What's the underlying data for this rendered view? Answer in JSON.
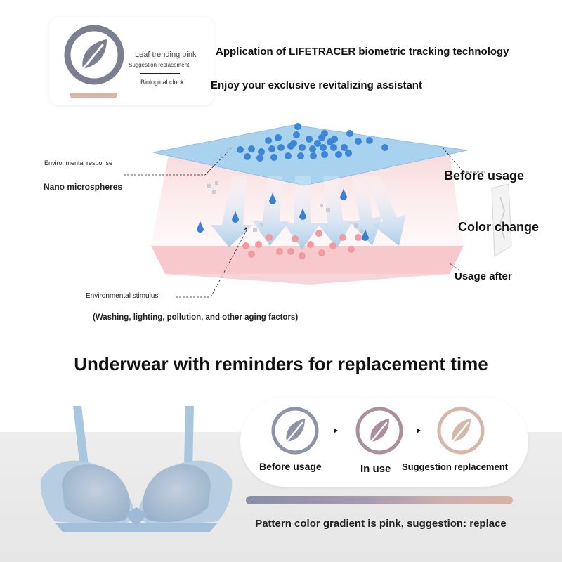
{
  "legend": {
    "title": "Leaf trending pink",
    "suggestion": "Suggestion replacement",
    "clock": "Biological clock",
    "icon": "leaf-icon"
  },
  "header": {
    "line1": "Application of LIFETRACER biometric tracking technology",
    "line2": "Enjoy your exclusive revitalizing assistant"
  },
  "diagram": {
    "env_response": "Environmental response",
    "nano": "Nano microspheres",
    "before_usage": "Before usage",
    "color_change": "Color change",
    "usage_after": "Usage after",
    "env_stimulus": "Environmental stimulus",
    "factors": "(Washing, lighting, pollution, and other aging factors)"
  },
  "reminder": {
    "title": "Underwear with reminders for replacement time"
  },
  "stages": [
    {
      "label": "Before usage",
      "color": "#8d93a8"
    },
    {
      "label": "In use",
      "color": "#ab8f9f"
    },
    {
      "label": "Suggestion replacement",
      "color": "#d6b8aa"
    }
  ],
  "footer": {
    "text": "Pattern color gradient is pink, suggestion: replace"
  },
  "colors": {
    "blue_layer": "#a9d2ee",
    "pink_layer": "#f7c9cd",
    "sphere_blue": "#3b86d6",
    "sphere_pink": "#f29aa0",
    "bra": "#a9c6df"
  }
}
